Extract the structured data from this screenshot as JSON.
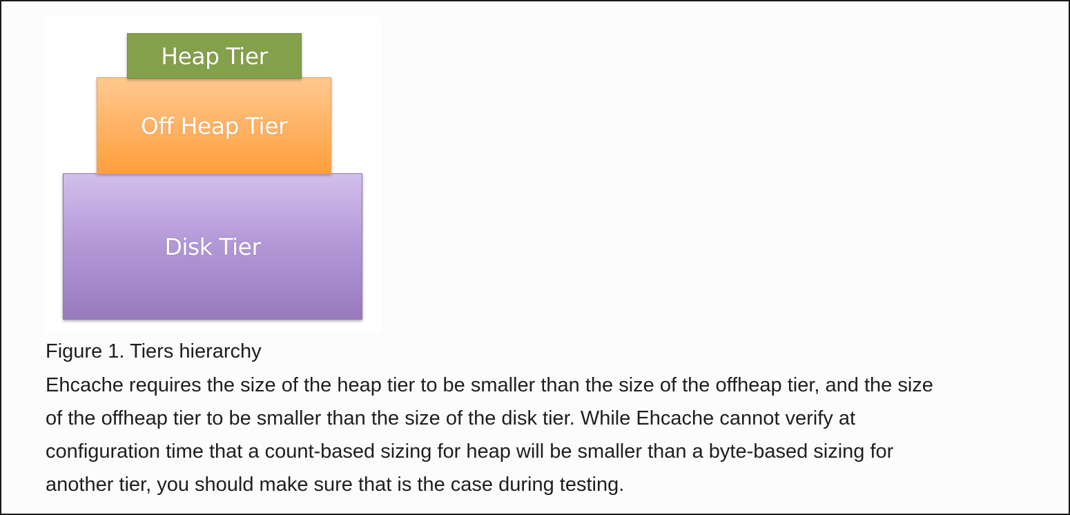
{
  "figure": {
    "tiers": {
      "heap": {
        "label": "Heap Tier",
        "color": "#85a04a"
      },
      "offheap": {
        "label": "Off Heap Tier",
        "color": "#ffb56a"
      },
      "disk": {
        "label": "Disk Tier",
        "color": "#b59ad9"
      }
    },
    "caption": "Figure 1. Tiers hierarchy"
  },
  "paragraph": {
    "lines": [
      "Ehcache requires the size of the heap tier to be smaller than the size of the offheap tier, and the size",
      "of the offheap tier to be smaller than the size of the disk tier. While Ehcache cannot verify at",
      "configuration time that a count-based sizing for heap will be smaller than a byte-based sizing for",
      "another tier, you should make sure that is the case during testing."
    ]
  }
}
